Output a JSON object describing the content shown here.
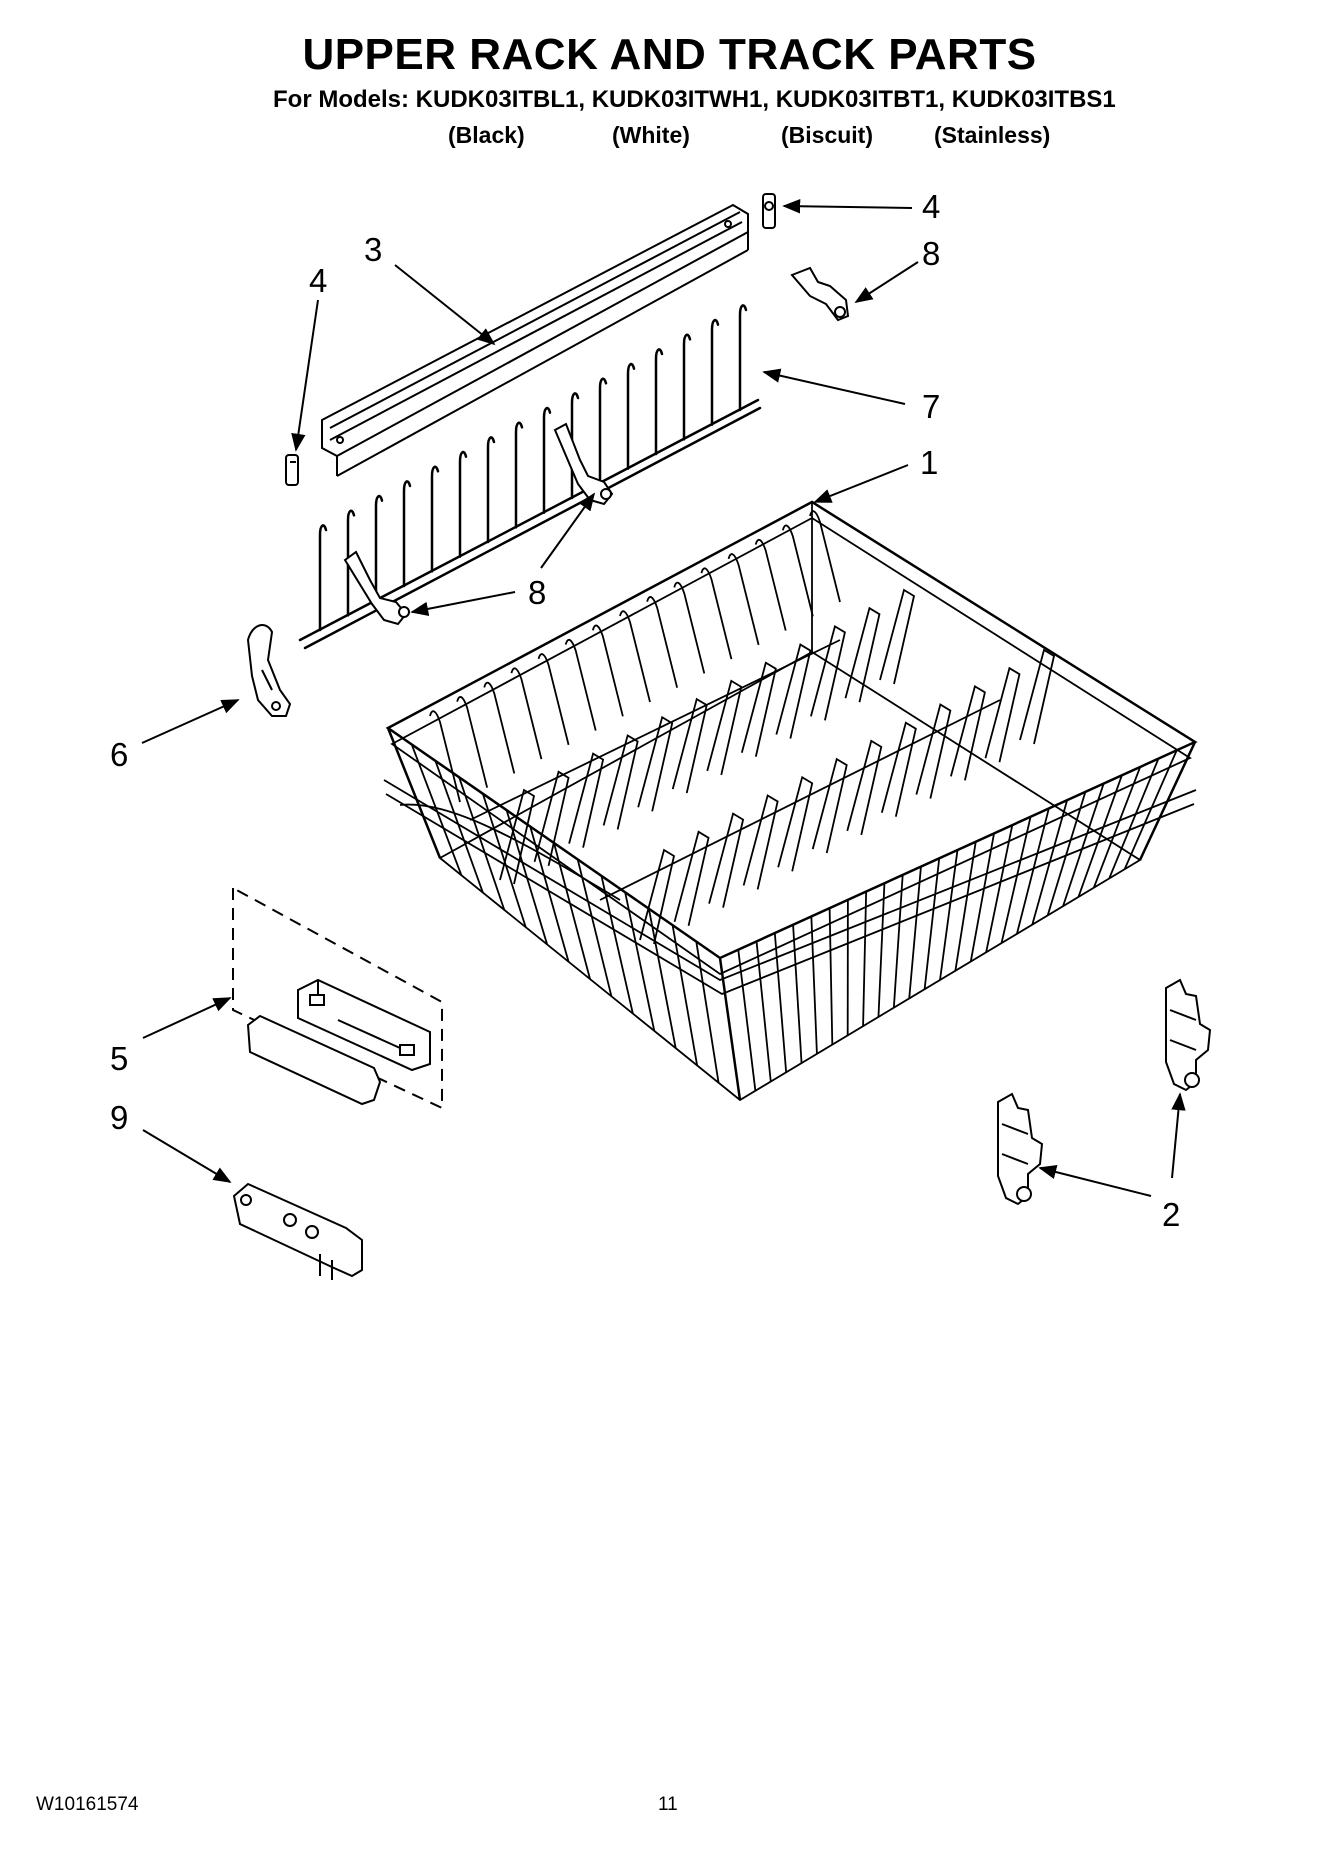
{
  "header": {
    "title": "UPPER RACK AND TRACK PARTS",
    "models_line": "For Models: KUDK03ITBL1, KUDK03ITWH1, KUDK03ITBT1, KUDK03ITBS1",
    "color_variants": [
      "(Black)",
      "(White)",
      "(Biscuit)",
      "(Stainless)"
    ]
  },
  "callouts": {
    "c1": "1",
    "c2": "2",
    "c3": "3",
    "c4_left": "4",
    "c4_right": "4",
    "c5": "5",
    "c6": "6",
    "c7": "7",
    "c8_top": "8",
    "c8_bottom": "8",
    "c9": "9"
  },
  "footer": {
    "document_number": "W10161574",
    "page_number": "11"
  }
}
